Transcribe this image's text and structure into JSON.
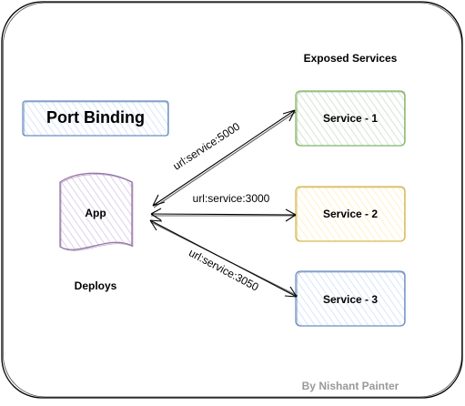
{
  "diagram": {
    "title": "Port Binding",
    "exposed_services_heading": "Exposed Services",
    "app_label": "App",
    "deploys_label": "Deploys",
    "credit": "By Nishant Painter",
    "services": [
      {
        "label": "Service - 1",
        "url": "url:service:5000",
        "color": "#82b366",
        "fill": "#d5e8d4"
      },
      {
        "label": "Service - 2",
        "url": "url:service:3000",
        "color": "#d6b656",
        "fill": "#fff2cc"
      },
      {
        "label": "Service - 3",
        "url": "url:service:3050",
        "color": "#6c8ebf",
        "fill": "#dae8fc"
      }
    ],
    "colors": {
      "title_box_stroke": "#6c8ebf",
      "title_box_fill": "#dae8fc",
      "app_stroke": "#9673a6",
      "app_fill": "#e1d5e7",
      "frame_stroke": "#000000",
      "credit_text": "#999999"
    }
  }
}
